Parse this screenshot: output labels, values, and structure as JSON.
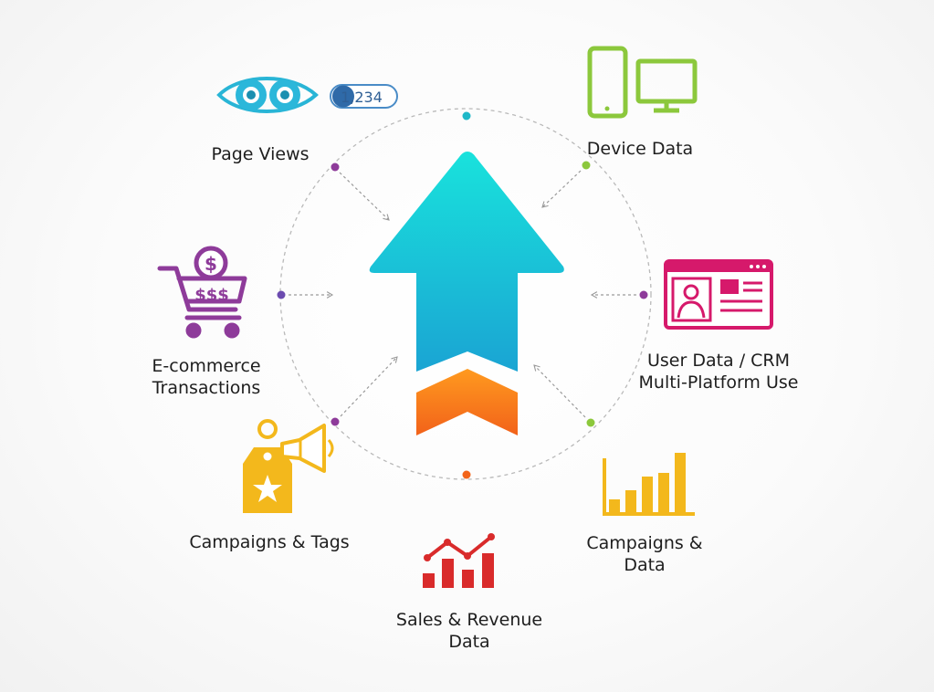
{
  "nodes": {
    "page_views": {
      "label": "Page Views",
      "counter": "1,234",
      "color": "#29b5d6"
    },
    "device_data": {
      "label": "Device Data",
      "color": "#8cc83c"
    },
    "ecommerce": {
      "label_line1": "E-commerce",
      "label_line2": "Transactions",
      "color": "#8e3b9a"
    },
    "user_data": {
      "label_line1": "User Data / CRM",
      "label_line2": "Multi-Platform Use",
      "color": "#d6196b"
    },
    "campaigns_tags": {
      "label": "Campaigns & Tags",
      "color": "#f3b81c"
    },
    "campaigns_data": {
      "label_line1": "Campaigns &",
      "label_line2": "Data",
      "color": "#f3b81c"
    },
    "sales_revenue": {
      "label_line1": "Sales & Revenue",
      "label_line2": "Data",
      "color": "#d92b2b"
    }
  },
  "center_arrow": {
    "color_top": "#19e0dc",
    "color_bottom": "#1aa6d2",
    "chevron_top": "#ff8a1e",
    "chevron_bottom": "#f26419"
  }
}
